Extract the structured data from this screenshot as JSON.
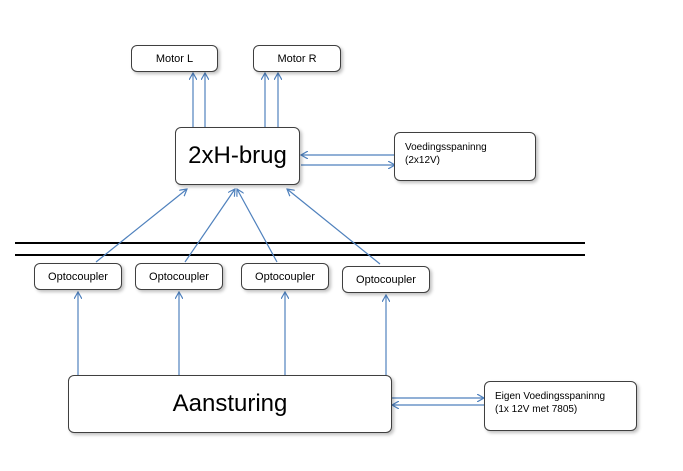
{
  "colors": {
    "arrow": "#4f81bd",
    "border": "#3f3f3f",
    "separator": "#000000"
  },
  "nodes": {
    "motor_l": "Motor L",
    "motor_r": "Motor R",
    "hbridge": "2xH-brug",
    "supply_hbridge": [
      "Voedingsspaninng",
      "(2x12V)"
    ],
    "optocouplers": [
      "Optocoupler",
      "Optocoupler",
      "Optocoupler",
      "Optocoupler"
    ],
    "control": "Aansturing",
    "own_supply": [
      "Eigen Voedingsspaninng",
      "(1x 12V met 7805)"
    ]
  }
}
